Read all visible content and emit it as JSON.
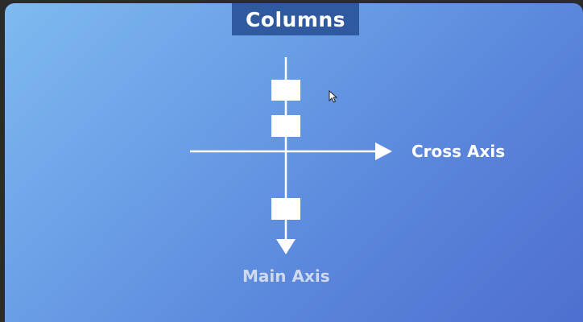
{
  "title": "Columns",
  "labels": {
    "cross_axis": "Cross Axis",
    "main_axis": "Main Axis"
  },
  "colors": {
    "title_background": "#2f5aa0",
    "gradient_start": "#7fbaf0",
    "gradient_end": "#4e6fcf",
    "lines": "#ffffff",
    "main_axis_label": "#cfd9ee"
  },
  "icons": [
    "mouse-cursor-icon"
  ]
}
